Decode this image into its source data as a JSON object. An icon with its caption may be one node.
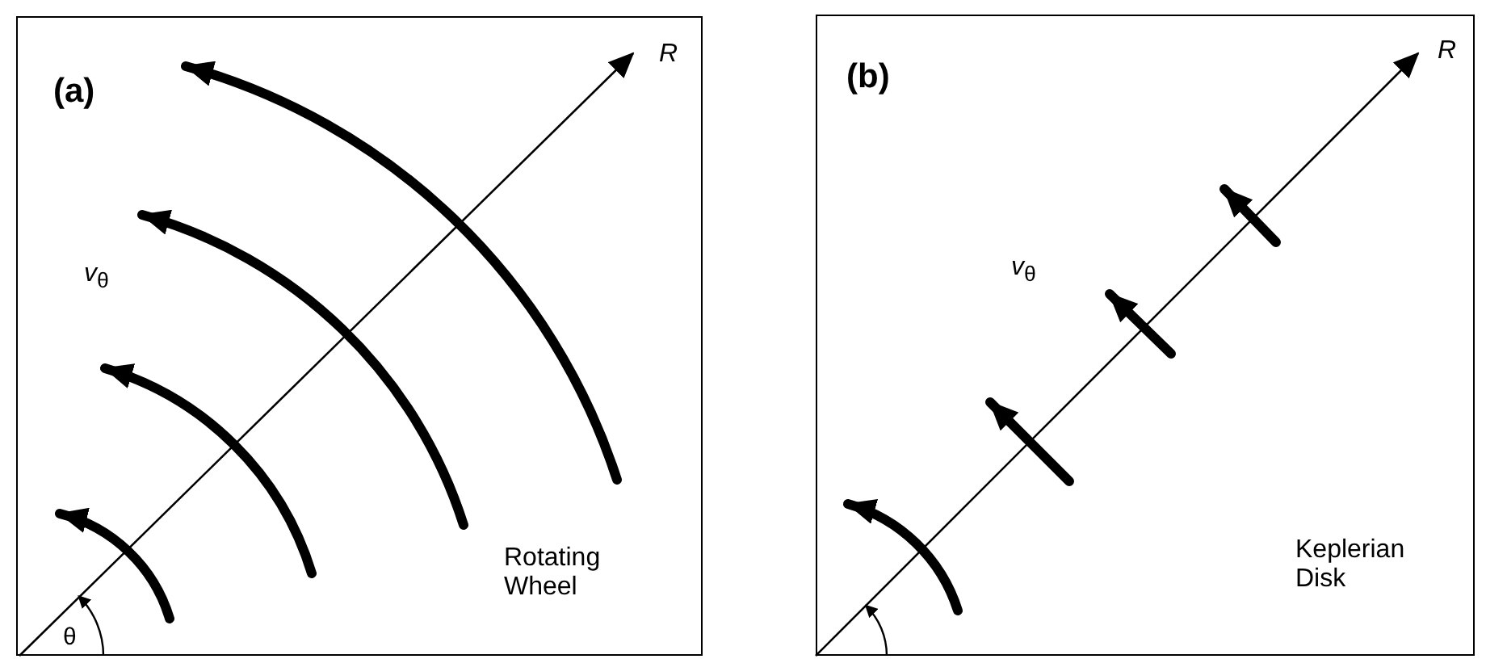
{
  "diagram": {
    "nodes": [
      {
        "text": [
          "(a)",
          "R",
          "*v*$_{θ}$",
          "Rotating Wheel",
          "θ"
        ]
      },
      {
        "text": [
          "(b)",
          "R",
          "*v*$_{θ}$",
          "Keplerian Disk"
        ]
      }
    ]
  }
}
